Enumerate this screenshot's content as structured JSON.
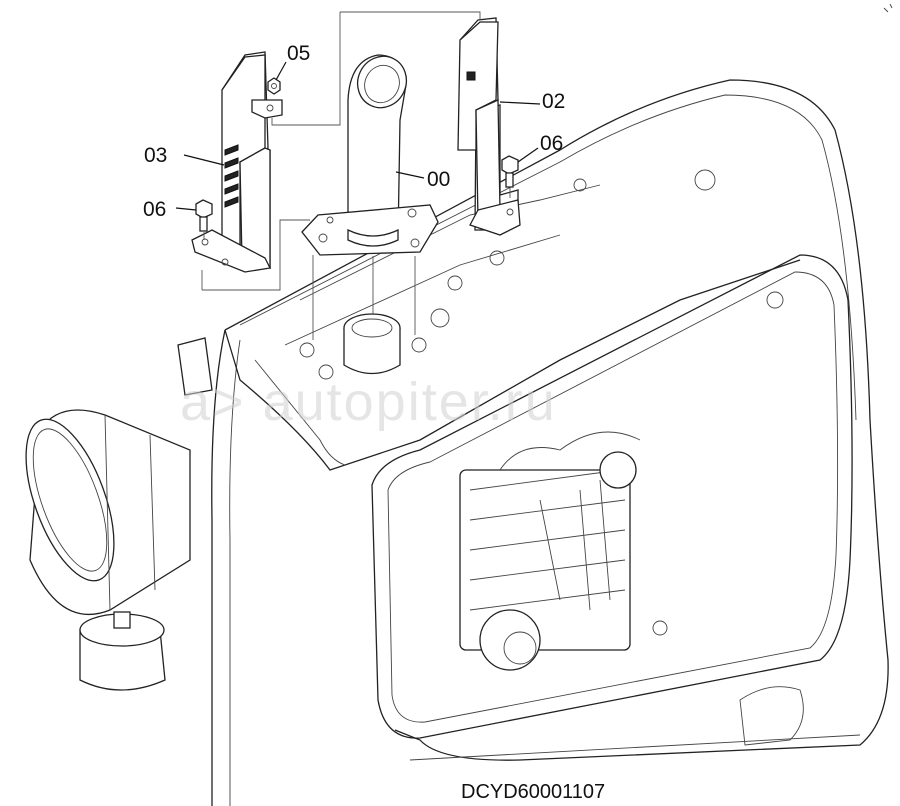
{
  "diagram": {
    "callouts": [
      {
        "id": "00",
        "label": "00"
      },
      {
        "id": "02",
        "label": "02"
      },
      {
        "id": "03",
        "label": "03"
      },
      {
        "id": "05",
        "label": "05"
      },
      {
        "id": "06a",
        "label": "06"
      },
      {
        "id": "06b",
        "label": "06"
      }
    ],
    "drawing_code": "DCYD60001107",
    "watermark": "a> autopiter.ru"
  }
}
